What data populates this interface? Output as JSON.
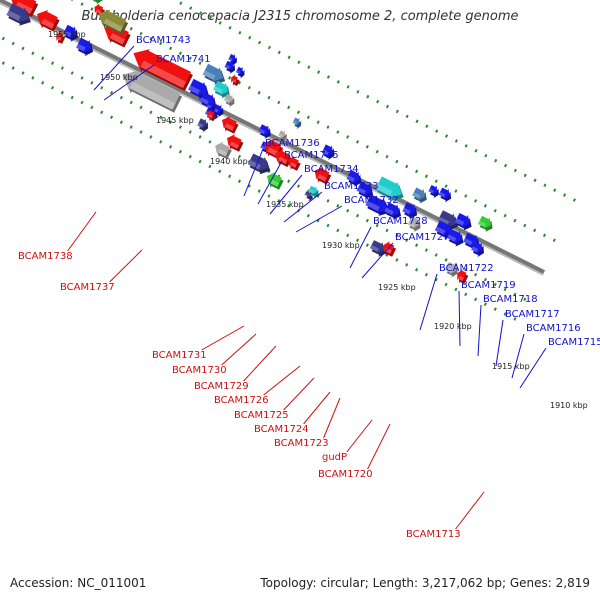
{
  "title": "Burkholderia cenocepacia J2315 chromosome 2, complete genome",
  "footer": {
    "accession": "Accession: NC_011001",
    "topology": "Topology: circular; Length: 3,217,062 bp; Genes: 2,819"
  },
  "colors": {
    "backbone": "#777777",
    "tick": "#2d8a2d",
    "forward_label": "#1010cc",
    "reverse_label": "#cc1010",
    "blue": "#1a1ae6",
    "red": "#f01010",
    "navy": "#3a3a8a",
    "gray": "#aaaaaa",
    "olive": "#8a8a3a",
    "cyan": "#22cccc",
    "green": "#33cc33",
    "steel": "#4a7fb8"
  },
  "scale_labels": [
    "1955 kbp",
    "1950 kbp",
    "1945 kbp",
    "1940 kbp",
    "1935 kbp",
    "1930 kbp",
    "1925 kbp",
    "1920 kbp",
    "1915 kbp",
    "1910 kbp"
  ],
  "forward_labels": [
    "BCAM1743",
    "BCAM1741",
    "BCAM1736",
    "BCAM1735",
    "BCAM1734",
    "BCAM1733",
    "BCAM1732",
    "BCAM1728",
    "BCAM1727",
    "BCAM1722",
    "BCAM1719",
    "BCAM1718",
    "BCAM1717",
    "BCAM1716",
    "BCAM1715"
  ],
  "reverse_labels": [
    "BCAM1738",
    "BCAM1737",
    "BCAM1731",
    "BCAM1730",
    "BCAM1729",
    "BCAM1726",
    "BCAM1725",
    "BCAM1724",
    "BCAM1723",
    "gudP",
    "BCAM1720",
    "BCAM1713"
  ]
}
